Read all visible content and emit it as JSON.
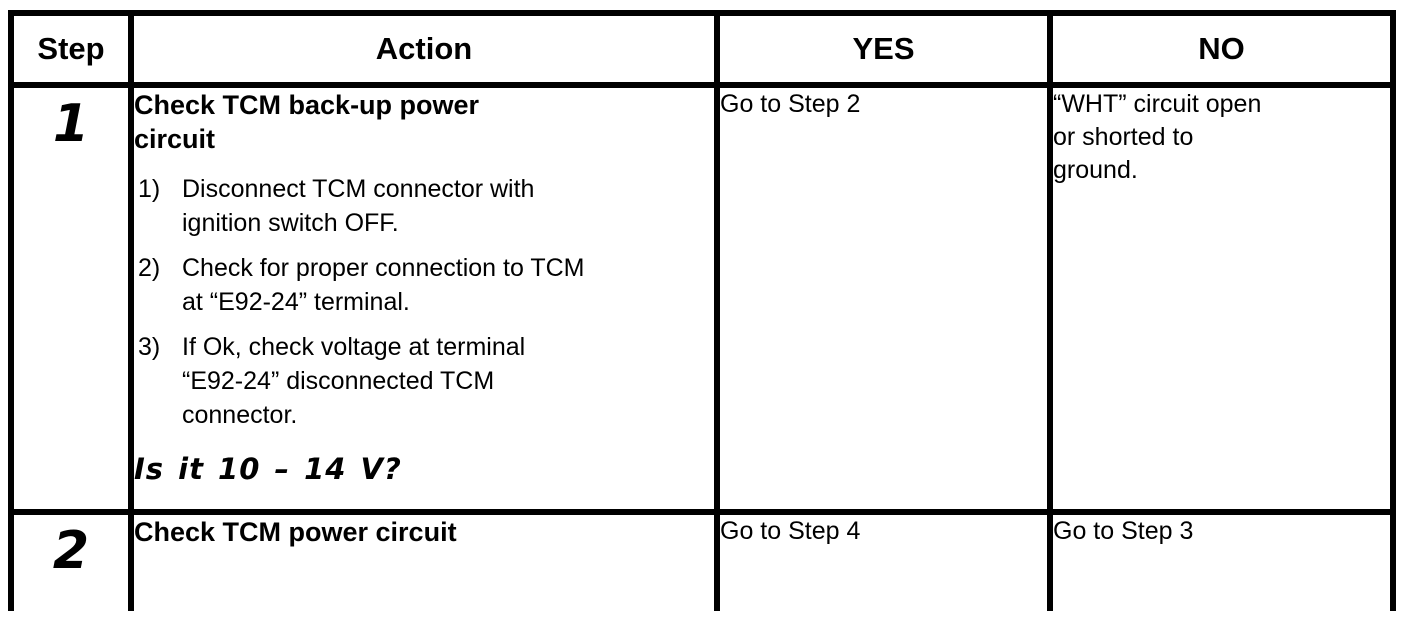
{
  "page": {
    "background": "#ffffff",
    "border_color": "#000000",
    "text_color": "#000000"
  },
  "table": {
    "headers": {
      "step": "Step",
      "action": "Action",
      "yes": "YES",
      "no": "NO"
    },
    "rows": [
      {
        "step": "1",
        "action": {
          "title": "Check TCM back-up power\ncircuit",
          "items": [
            {
              "num": "1)",
              "text": "Disconnect TCM connector with\nignition switch OFF."
            },
            {
              "num": "2)",
              "text": "Check for proper connection to TCM\nat “E92-24” terminal."
            },
            {
              "num": "3)",
              "text": "If Ok, check voltage at terminal\n“E92-24” disconnected TCM\nconnector."
            }
          ],
          "question": "Is it 10 – 14 V?"
        },
        "yes": "Go to Step 2",
        "no": "“WHT” circuit open\nor shorted to\nground."
      },
      {
        "step": "2",
        "action": {
          "title": "Check TCM power circuit"
        },
        "yes": "Go to Step 4",
        "no": "Go to Step 3"
      }
    ]
  }
}
